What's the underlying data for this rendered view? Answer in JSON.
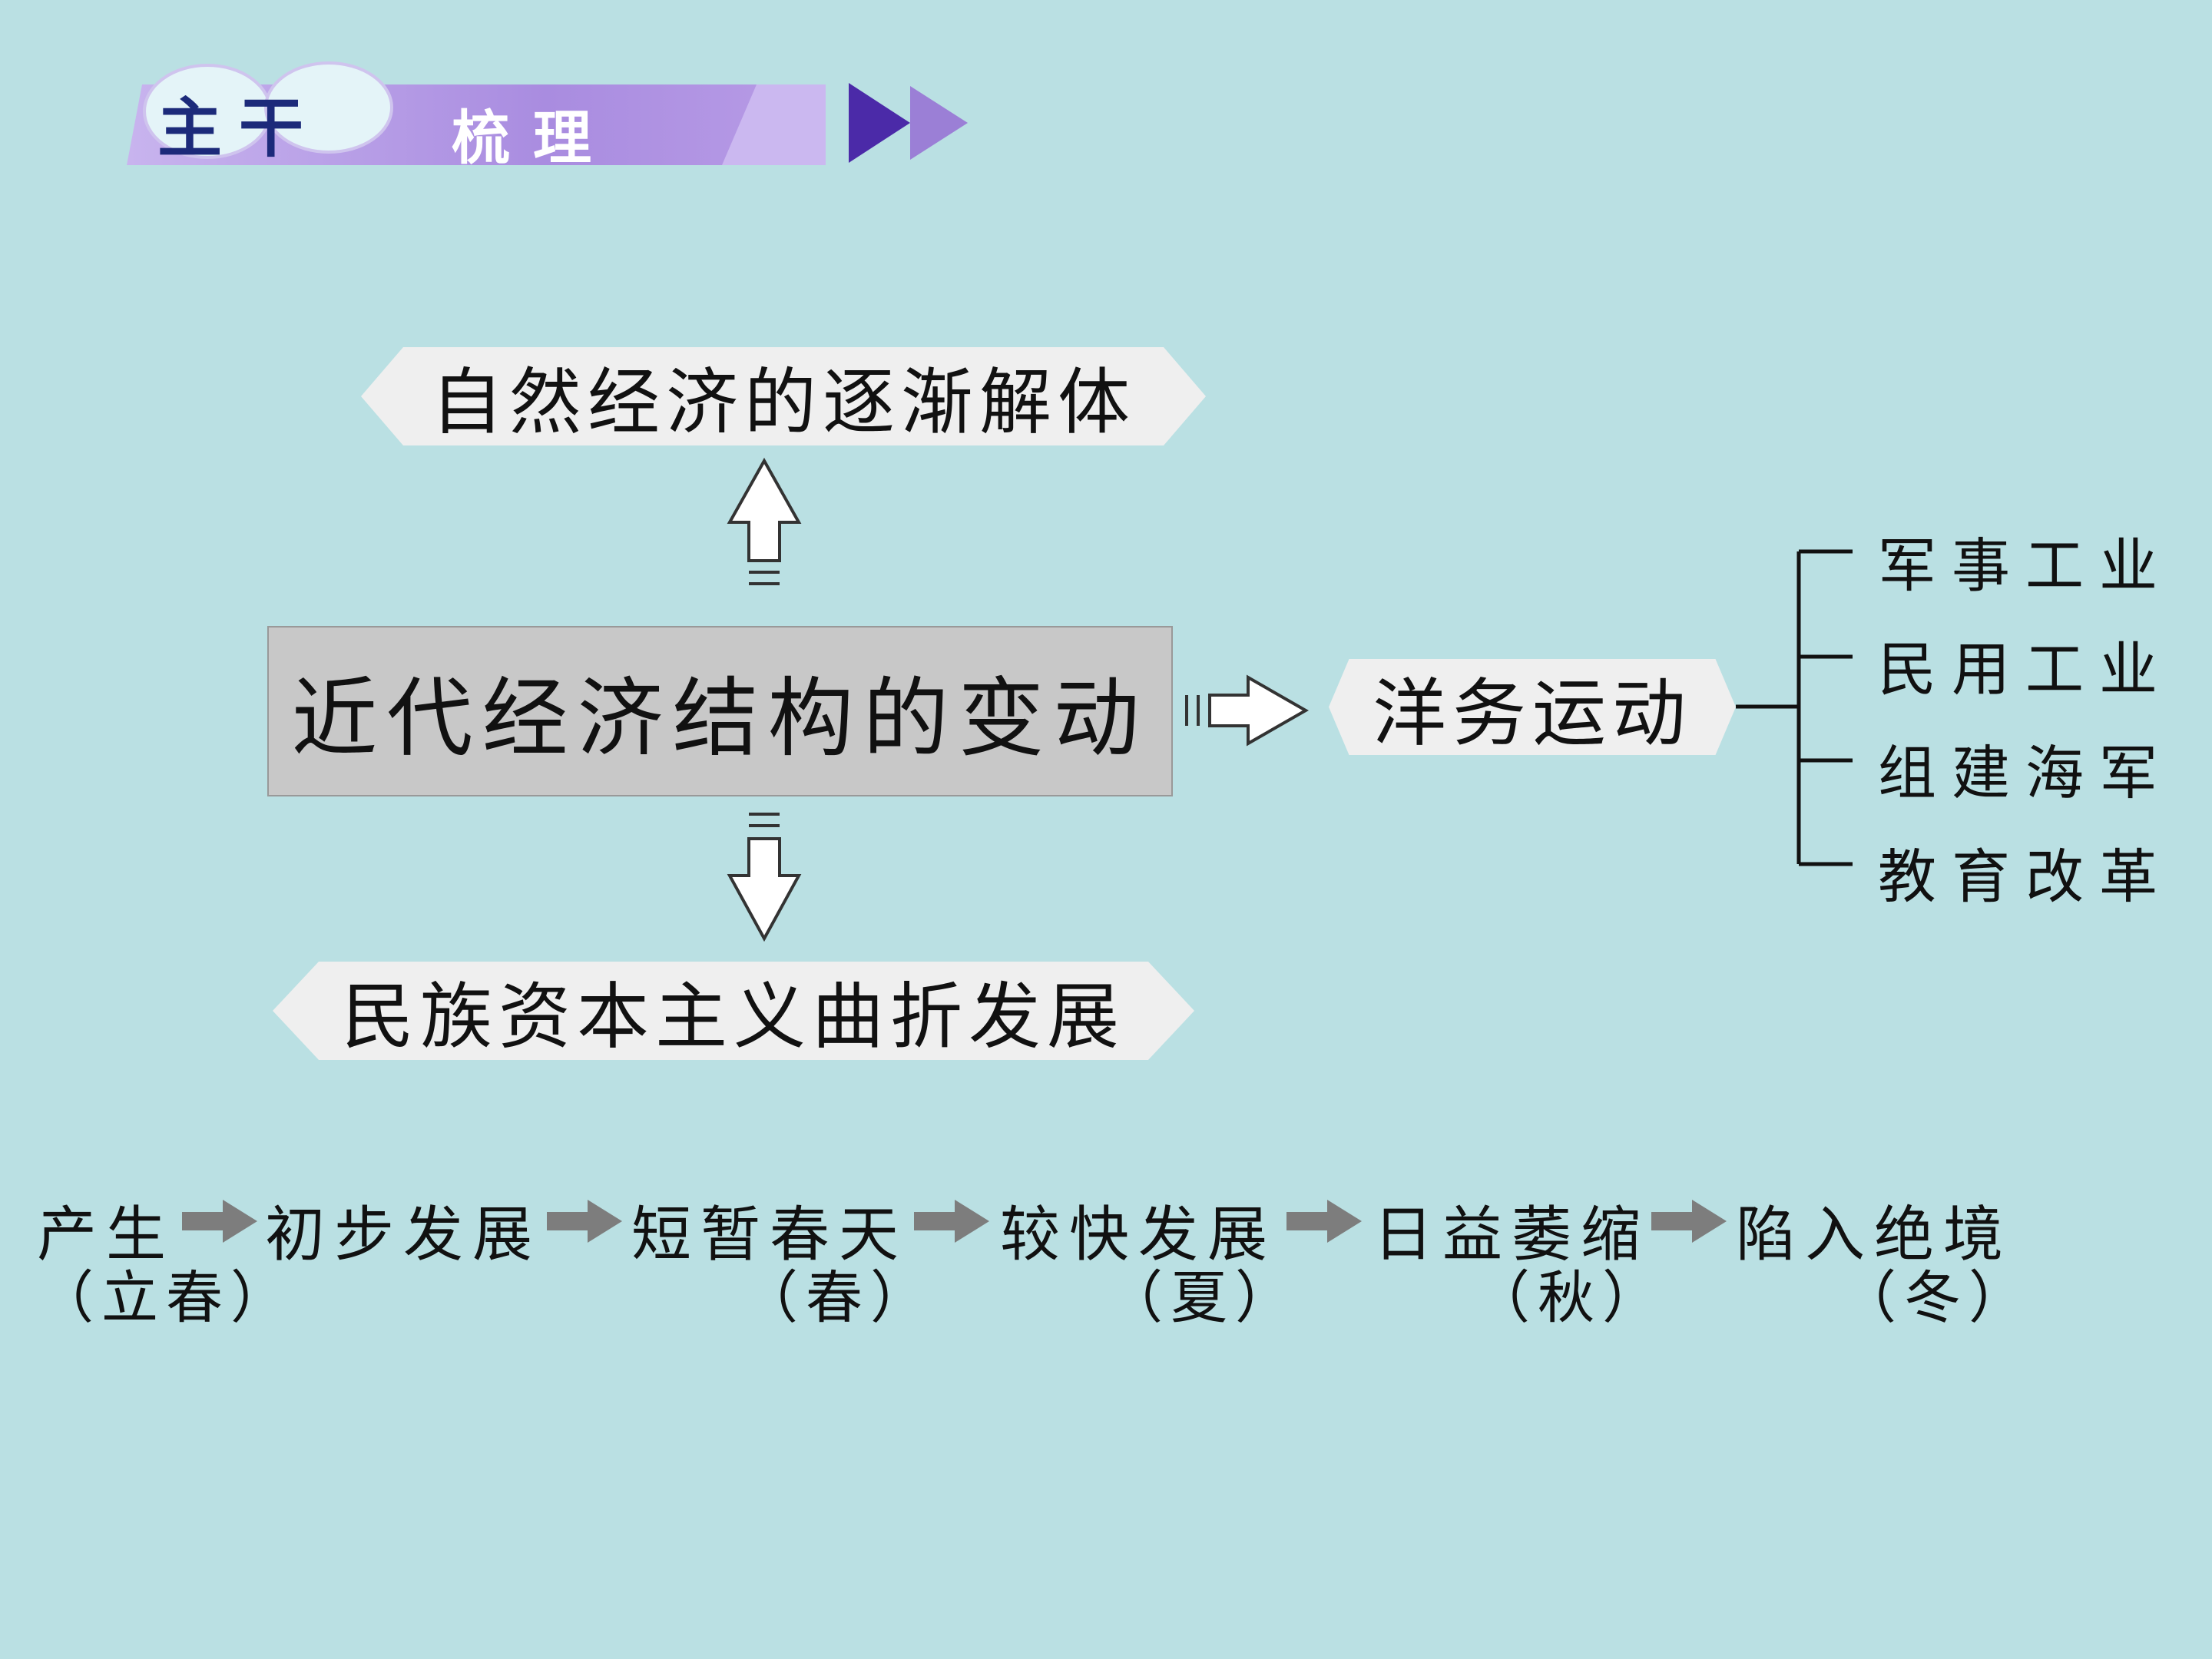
{
  "banner": {
    "main": "主干",
    "sub": "梳理"
  },
  "center": "近代经济结构的变动",
  "top_node": "自然经济的逐渐解体",
  "bottom_node": "民族资本主义曲折发展",
  "right_node": "洋务运动",
  "branches": [
    "军事工业",
    "民用工业",
    "组建海军",
    "教育改革"
  ],
  "timeline": [
    {
      "stage": "产生",
      "season": "（立春）"
    },
    {
      "stage": "初步发展",
      "season": ""
    },
    {
      "stage": "短暂春天",
      "season": "（春）"
    },
    {
      "stage": "较快发展",
      "season": "（夏）"
    },
    {
      "stage": "日益萎缩",
      "season": "（秋）"
    },
    {
      "stage": "陷入绝境",
      "season": "（冬）"
    }
  ],
  "colors": {
    "background": "#bae0e3",
    "banner_purple": "#9b7fd6",
    "banner_dark": "#4b2aa8",
    "box_gray": "#c8c8c8",
    "arrow_gray": "#7d7d7d"
  }
}
